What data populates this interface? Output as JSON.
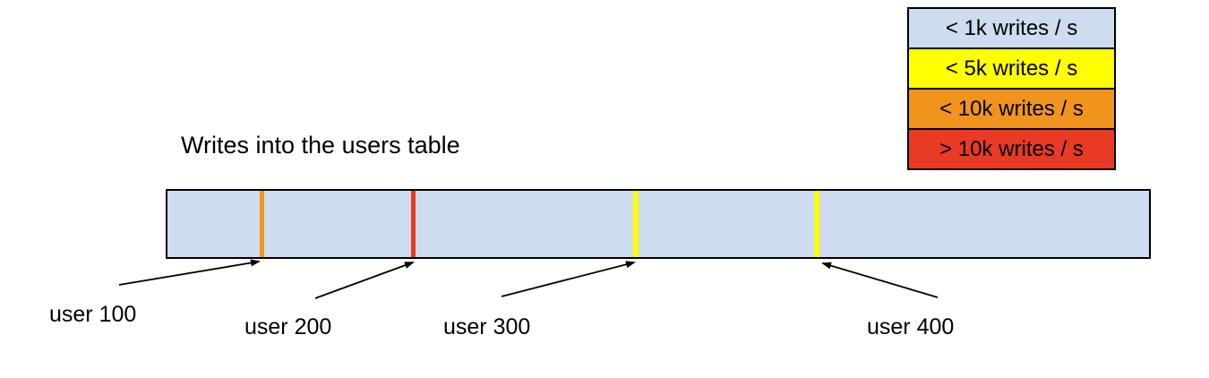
{
  "title": "Writes into the users table",
  "legend": {
    "items": [
      {
        "label": "< 1k writes / s",
        "color": "#cddcef"
      },
      {
        "label": "< 5k writes / s",
        "color": "#ffff00"
      },
      {
        "label": "< 10k writes / s",
        "color": "#f0941e"
      },
      {
        "label": "> 10k writes / s",
        "color": "#e83a24"
      }
    ]
  },
  "bar": {
    "fill_color": "#cddcef",
    "border_color": "#000000"
  },
  "markers": [
    {
      "label": "user 100",
      "color": "#f0941e"
    },
    {
      "label": "user 200",
      "color": "#e83a24"
    },
    {
      "label": "user 300",
      "color": "#ffff00"
    },
    {
      "label": "user 400",
      "color": "#ffff00"
    }
  ]
}
